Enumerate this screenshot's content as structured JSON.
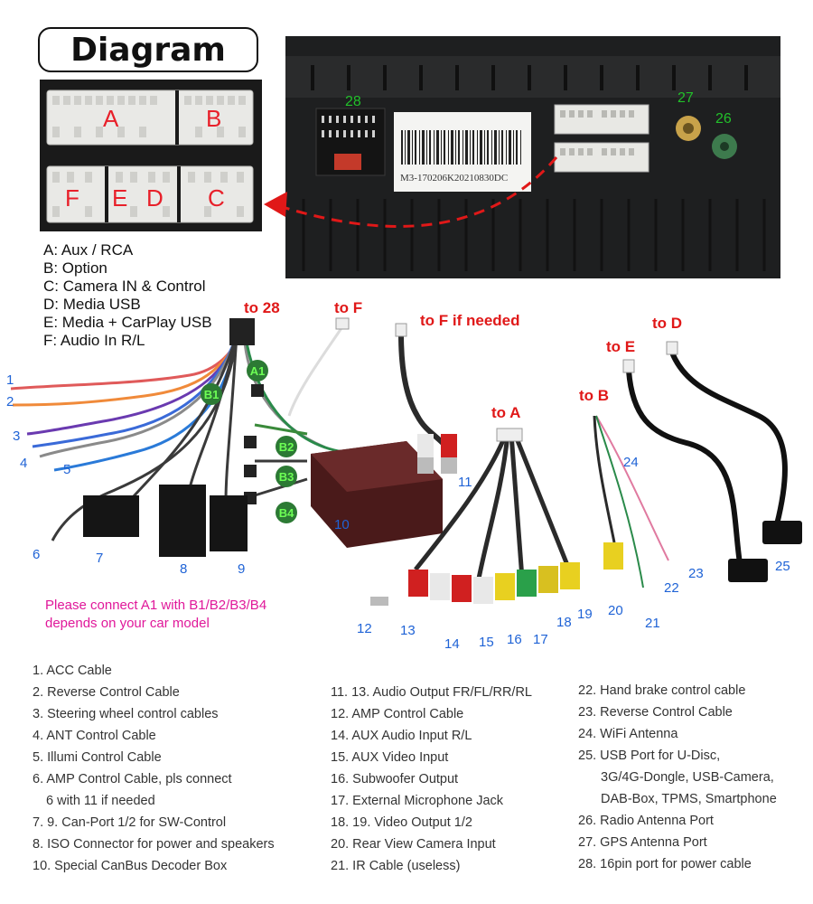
{
  "title": "Diagram",
  "connector_photo": {
    "labels": [
      "A",
      "B",
      "F",
      "E",
      "D",
      "C"
    ],
    "label_color": "#e8202a"
  },
  "connector_key": [
    "A: Aux / RCA",
    "B: Option",
    "C: Camera IN & Control",
    "D: Media USB",
    "E: Media + CarPlay USB",
    "F: Audio In R/L"
  ],
  "unit_photo": {
    "sticker_code": "M3-170206K20210830DC",
    "port_numbers": [
      "28",
      "27",
      "26"
    ]
  },
  "cable_labels": {
    "to_28": "to 28",
    "to_F": "to F",
    "to_F_if_needed": "to F if needed",
    "to_A": "to A",
    "to_B": "to B",
    "to_E": "to E",
    "to_D": "to D"
  },
  "badges": [
    "A1",
    "B1",
    "B2",
    "B3",
    "B4"
  ],
  "item_numbers": [
    "1",
    "2",
    "3",
    "4",
    "5",
    "6",
    "7",
    "8",
    "9",
    "10",
    "11",
    "12",
    "13",
    "14",
    "15",
    "16",
    "17",
    "18",
    "19",
    "20",
    "21",
    "22",
    "23",
    "24",
    "25"
  ],
  "note": [
    "Please connect A1 with B1/B2/B3/B4",
    "depends on your car model"
  ],
  "legend": {
    "col1": [
      "1. ACC Cable",
      "2. Reverse Control Cable",
      "3. Steering wheel control cables",
      "4. ANT Control Cable",
      "5. Illumi Control Cable",
      "6. AMP Control Cable, pls connect",
      "   6 with 11 if needed",
      "7. 9. Can-Port 1/2 for SW-Control",
      "8. ISO Connector for power and speakers",
      "10. Special CanBus Decoder Box"
    ],
    "col2": [
      "11. 13. Audio Output FR/FL/RR/RL",
      "12. AMP Control Cable",
      "14. AUX Audio Input R/L",
      "15. AUX Video Input",
      "16. Subwoofer Output",
      "17. External Microphone Jack",
      "18. 19. Video Output 1/2",
      "20. Rear View Camera Input",
      "21. IR Cable (useless)"
    ],
    "col3": [
      "22. Hand brake control cable",
      "23. Reverse Control Cable",
      "24. WiFi Antenna",
      "25. USB Port for U-Disc,",
      "      3G/4G-Dongle, USB-Camera,",
      "      DAB-Box, TPMS, Smartphone",
      "26. Radio Antenna Port",
      "27. GPS Antenna Port",
      "28. 16pin port for power cable"
    ]
  },
  "colors": {
    "red": "#e01818",
    "blue": "#1f63d6",
    "green": "#22c02a",
    "magenta": "#e0189a"
  }
}
